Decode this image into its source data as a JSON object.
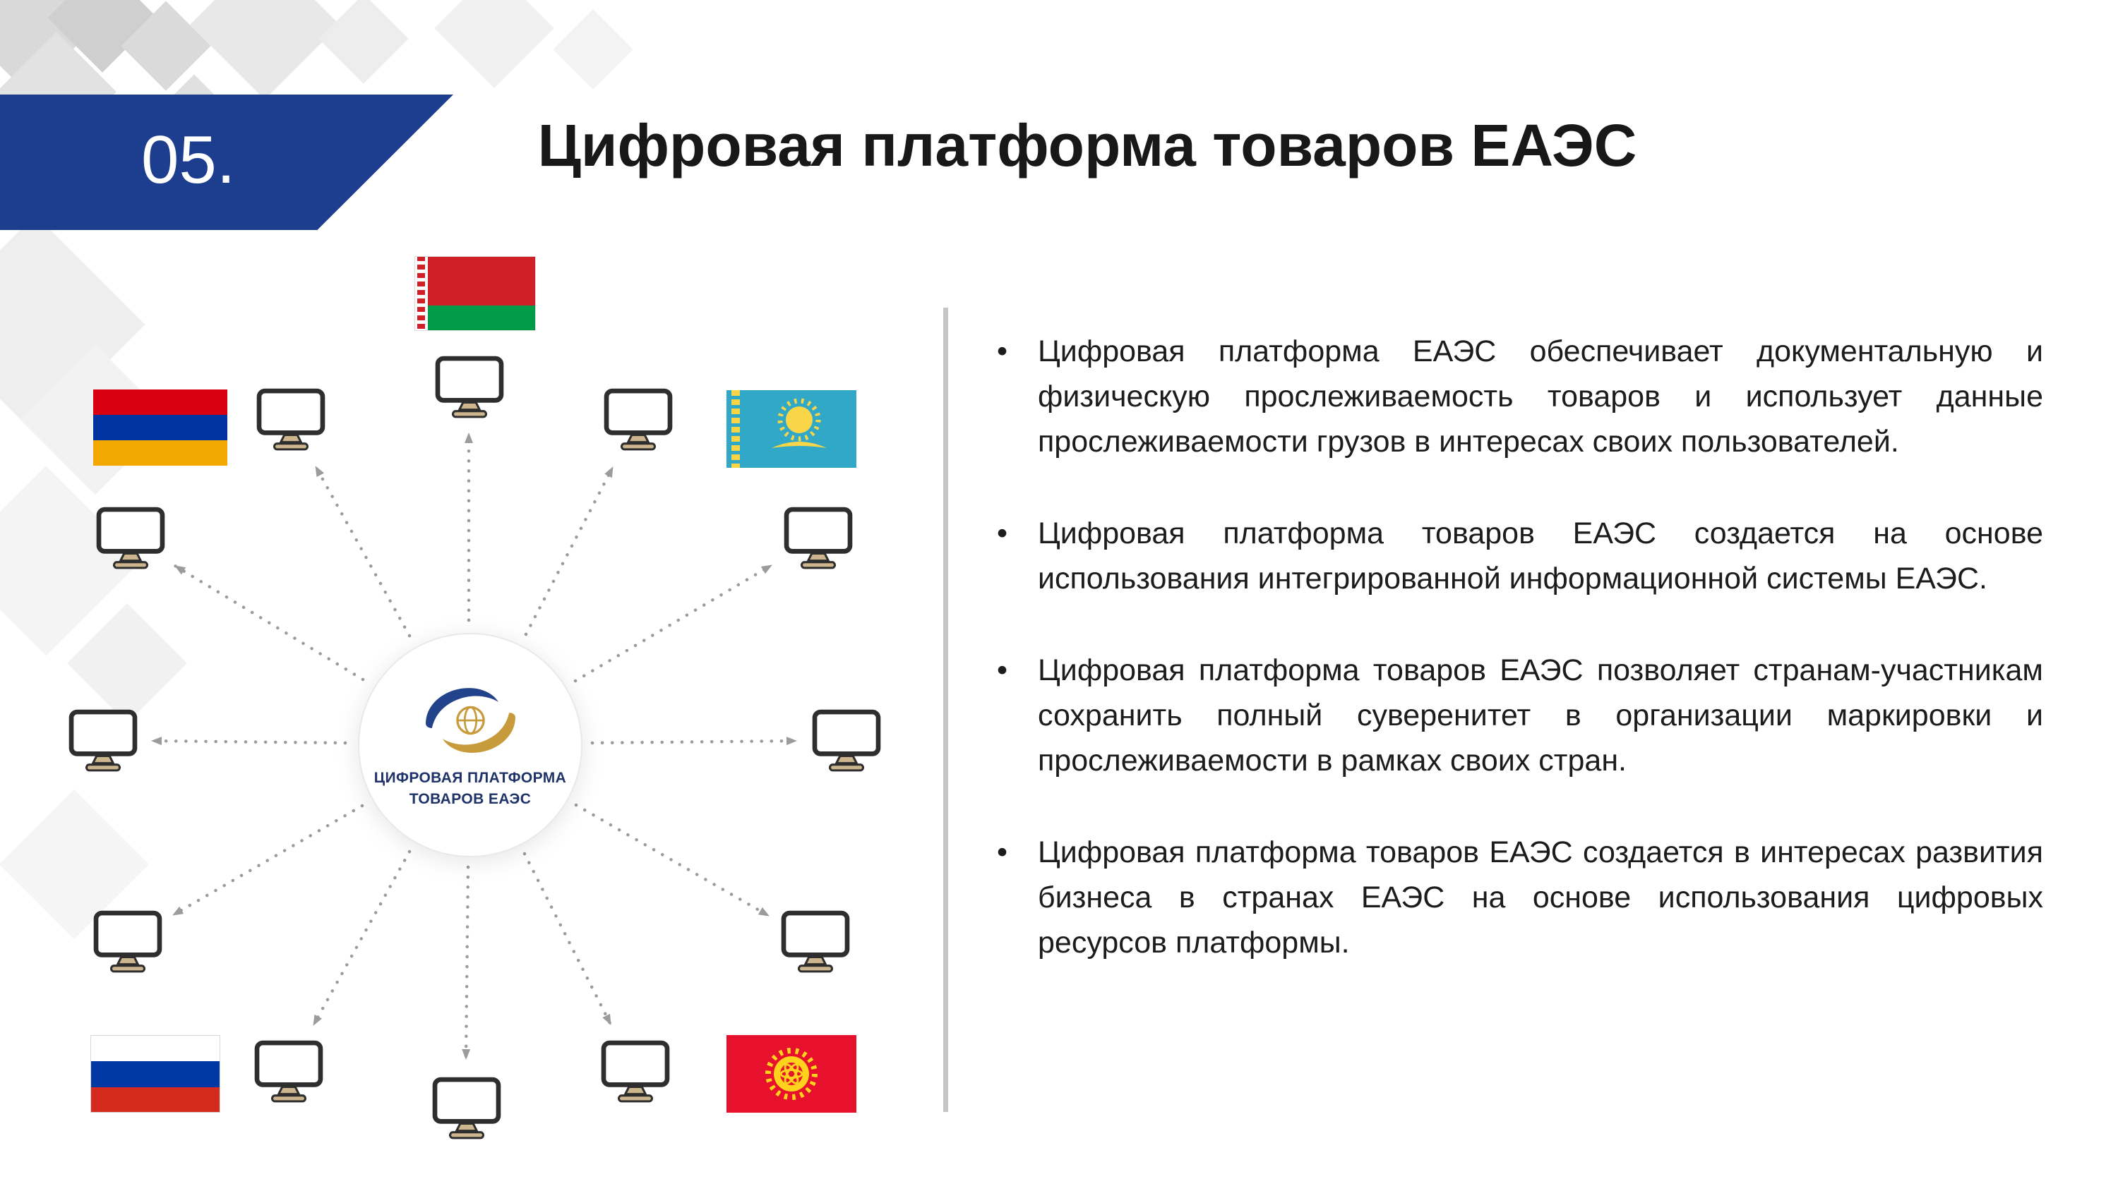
{
  "slide": {
    "number": "05.",
    "title": "Цифровая платформа товаров ЕАЭС"
  },
  "hub": {
    "label_line1": "ЦИФРОВАЯ ПЛАТФОРМА",
    "label_line2": "ТОВАРОВ ЕАЭС"
  },
  "list": {
    "marker": "•",
    "items": [
      "Цифровая платформа ЕАЭС обеспечивает документальную и физическую прослеживаемость товаров и использует данные прослеживаемости грузов в интересах своих пользователей.",
      "Цифровая платформа товаров ЕАЭС создается на основе использования интегрированной информационной системы ЕАЭС.",
      "Цифровая платформа товаров ЕАЭС позволяет странам-участникам сохранить полный суверенитет в организации маркировки и прослеживаемости в рамках своих стран.",
      "Цифровая платформа товаров ЕАЭС создается в интересах развития бизнеса в странах ЕАЭС на основе использования цифровых ресурсов платформы."
    ]
  },
  "network": {
    "flags": [
      "belarus",
      "armenia",
      "kazakhstan",
      "russia",
      "kyrgyzstan"
    ],
    "workstation_count": 12
  },
  "colors": {
    "ribbon_blue": "#1D3D8F",
    "hub_navy": "#1F3368",
    "hub_gold": "#C79A3B",
    "arrow_gray": "#9B9B9B",
    "divider_gray": "#C6C6C6"
  }
}
